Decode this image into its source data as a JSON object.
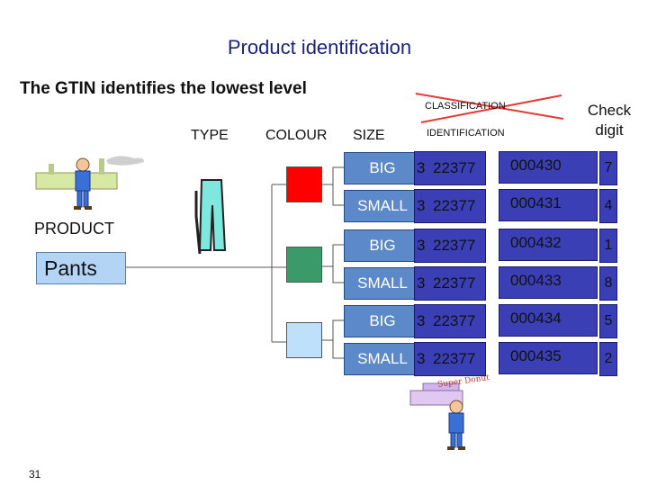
{
  "slide": {
    "title": "Product identification",
    "subtitle": "The GTIN identifies the lowest level",
    "page_number": "31"
  },
  "headers": {
    "type": "TYPE",
    "colour": "COLOUR",
    "size": "SIZE",
    "classification": "CLASSIFICATION",
    "identification": "IDENTIFICATION",
    "check_digit": "Check\ndigit"
  },
  "product": {
    "label": "PRODUCT",
    "name": "Pants"
  },
  "retailer_sign": "Super Donut",
  "colours": [
    {
      "name": "red",
      "hex": "#ff0000"
    },
    {
      "name": "green",
      "hex": "#3a9a6a"
    },
    {
      "name": "light-blue",
      "hex": "#bfe0fb"
    }
  ],
  "rows": [
    {
      "size": "BIG",
      "prefix": "3",
      "company": "22377",
      "item": "000430",
      "check": "7"
    },
    {
      "size": "SMALL",
      "prefix": "3",
      "company": "22377",
      "item": "000431",
      "check": "4"
    },
    {
      "size": "BIG",
      "prefix": "3",
      "company": "22377",
      "item": "000432",
      "check": "1"
    },
    {
      "size": "SMALL",
      "prefix": "3",
      "company": "22377",
      "item": "000433",
      "check": "8"
    },
    {
      "size": "BIG",
      "prefix": "3",
      "company": "22377",
      "item": "000434",
      "check": "5"
    },
    {
      "size": "SMALL",
      "prefix": "3",
      "company": "22377",
      "item": "000435",
      "check": "2"
    }
  ]
}
